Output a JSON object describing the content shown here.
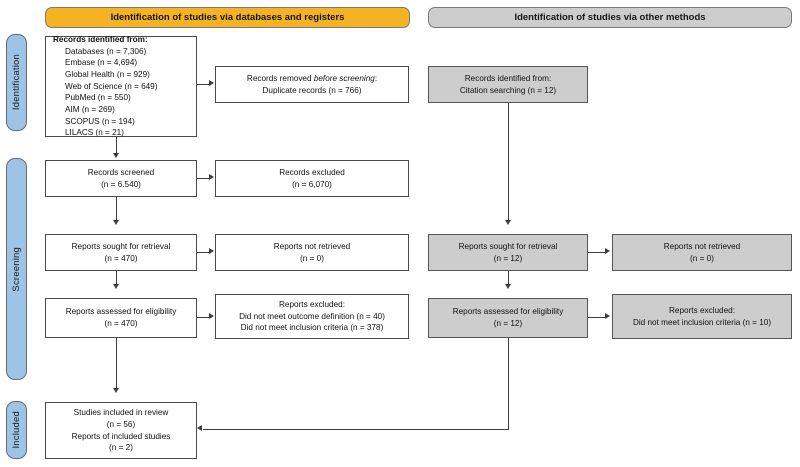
{
  "diagram": {
    "title": "PRISMA 2020 flow diagram",
    "colors": {
      "stage_blue": "#9DC3E6",
      "banner_orange": "#F5B324",
      "banner_grey": "#CDCDCD",
      "box_grey": "#CDCDCD",
      "line": "#3D3D3D",
      "box_white": "#FFFFFF"
    }
  },
  "stages": [
    {
      "label": "Identification"
    },
    {
      "label": "Screening"
    },
    {
      "label": "Included"
    }
  ],
  "banners": {
    "databases": "Identification of studies via databases and registers",
    "other": "Identification of studies via other methods"
  },
  "databases_column": {
    "records_identified": {
      "title": "Records identified from:",
      "sources": [
        "Databases (n = 7,306)",
        "Embase (n = 4,694)",
        "Global Health (n = 929)",
        "Web of Science (n = 649)",
        "PubMed (n = 550)",
        "AIM (n = 269)",
        "SCOPUS (n = 194)",
        "LILACS (n = 21)"
      ]
    },
    "records_removed": {
      "line1_pre": "Records removed ",
      "line1_em": "before screening",
      "line1_post": ":",
      "line2": "Duplicate records (n = 766)"
    },
    "records_screened": {
      "line1": "Records screened",
      "line2": "(n = 6.540)"
    },
    "records_excluded": {
      "line1": "Records excluded",
      "line2": "(n = 6,070)"
    },
    "reports_sought": {
      "line1": "Reports sought for retrieval",
      "line2": "(n = 470)"
    },
    "reports_not_retrieved": {
      "line1": "Reports not retrieved",
      "line2": "(n = 0)"
    },
    "reports_assessed": {
      "line1": "Reports assessed for eligibility",
      "line2": "(n = 470)"
    },
    "reports_excluded": {
      "line1": "Reports excluded:",
      "line2": "Did not meet outcome definition (n = 40)",
      "line3": "Did not meet inclusion criteria (n = 378)"
    }
  },
  "other_methods_column": {
    "records_identified": {
      "line1": "Records identified from:",
      "line2": "Citation searching (n = 12)"
    },
    "reports_sought": {
      "line1": "Reports sought for retrieval",
      "line2": "(n = 12)"
    },
    "reports_not_retrieved": {
      "line1": "Reports not retrieved",
      "line2": "(n = 0)"
    },
    "reports_assessed": {
      "line1": "Reports assessed for eligibility",
      "line2": "(n = 12)"
    },
    "reports_excluded": {
      "line1": "Reports excluded:",
      "line2": "Did not meet inclusion criteria (n = 10)"
    }
  },
  "included_column": {
    "studies_included": {
      "line1": "Studies included in review",
      "line2": "(n = 56)",
      "line3": "Reports of included studies",
      "line4": "(n = 2)"
    }
  }
}
